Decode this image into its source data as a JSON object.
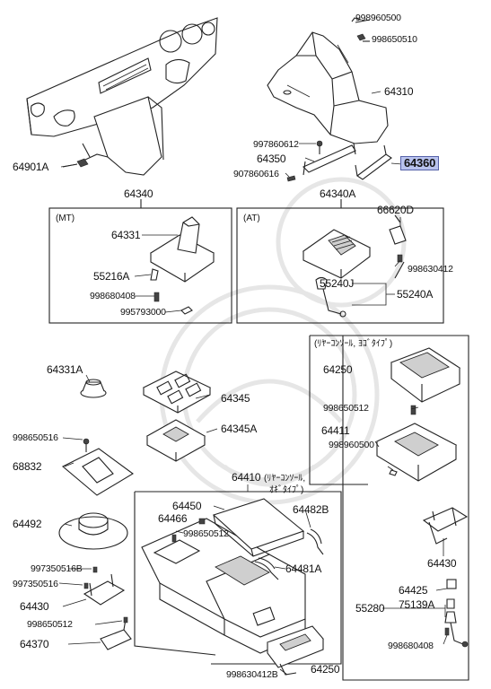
{
  "parts": {
    "p998960500_top": "998960500",
    "p998650510": "998650510",
    "p64310": "64310",
    "p997860612": "997860612",
    "p64350": "64350",
    "p907860616": "907860616",
    "p64360": "64360",
    "p64901A": "64901A",
    "p64340": "64340",
    "p64340A": "64340A",
    "p66620D": "66620D",
    "p64331": "64331",
    "p55216A": "55216A",
    "p998680408_mt": "998680408",
    "p995793000": "995793000",
    "p998630412": "998630412",
    "p55240J": "55240J",
    "p55240A": "55240A",
    "p64331A": "64331A",
    "p64345": "64345",
    "p64345A": "64345A",
    "p998650516": "998650516",
    "p68832": "68832",
    "p64492": "64492",
    "p997350516B": "997350516B",
    "p997350516": "997350516",
    "p64430_left": "64430",
    "p998650512_left": "998650512",
    "p64370": "64370",
    "p64410": "64410",
    "p64450": "64450",
    "p64466": "64466",
    "p998650512_center": "998650512",
    "p64482B": "64482B",
    "p64481A": "64481A",
    "p998630412B": "998630412B",
    "p64250_bottom": "64250",
    "p64250_right": "64250",
    "p998650512_right": "998650512",
    "p64411": "64411",
    "p998960500_right": "998960500",
    "p64430_right": "64430",
    "p64425": "64425",
    "p75139A": "75139A",
    "p55280": "55280",
    "p998680408_right": "998680408"
  },
  "panels": {
    "mt": "(MT)",
    "at": "(AT)",
    "rear_console_right": "(ﾘﾔｰｺﾝｿｰﾙ, ﾖｺﾞﾀｲﾌﾟ)",
    "rear_console_center_1": "(ﾘﾔｰｺﾝｿｰﾙ,",
    "rear_console_center_2": "ｵｷﾞﾀｲﾌﾟ)"
  },
  "highlight_color": "#b9c3ee"
}
